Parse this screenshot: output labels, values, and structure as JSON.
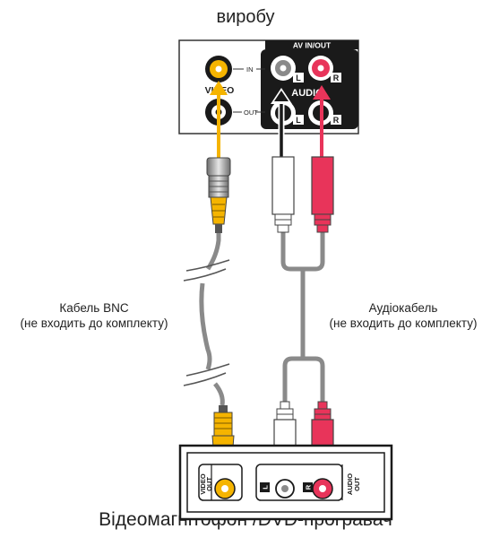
{
  "labels": {
    "top_title": "виробу",
    "bottom_title": "Відеомагнітофон /DVD-програвач",
    "bnc_cable_line1": "Кабель BNC",
    "bnc_cable_line2": "(не входить до комплекту)",
    "audio_cable_line1": "Аудіокабель",
    "audio_cable_line2": "(не входить до комплекту)"
  },
  "panel_top": {
    "header": "AV IN/OUT",
    "video_label": "VIDEO",
    "audio_label": "AUDIO",
    "in_label": "IN",
    "out_label": "OUT",
    "left_badge": "L",
    "right_badge": "R"
  },
  "panel_bottom": {
    "video_out_line1": "VIDEO",
    "video_out_line2": "OUT",
    "audio_out_line1": "AUDIO",
    "audio_out_line2": "OUT",
    "left_badge": "L",
    "right_badge": "R"
  },
  "colors": {
    "video_yellow": "#f5b400",
    "audio_red": "#e8345a",
    "cable_gray": "#8a8a8a",
    "panel_black": "#1a1a1a"
  }
}
